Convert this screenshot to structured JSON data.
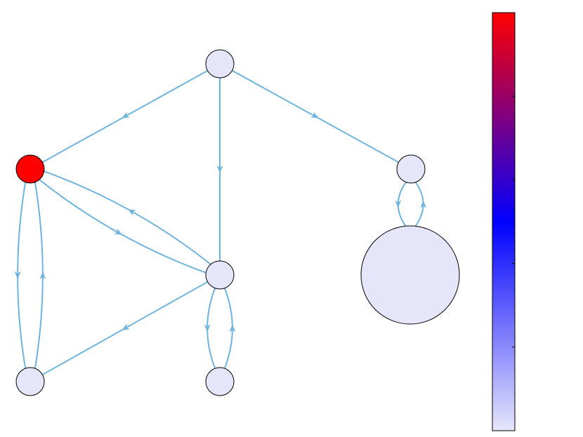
{
  "graph": {
    "edge_color": "#6fb4dc",
    "node_stroke": "#000000",
    "nodes": [
      {
        "id": "n-top",
        "value": 0.0
      },
      {
        "id": "n-left",
        "value": 1.0
      },
      {
        "id": "n-right",
        "value": 0.0
      },
      {
        "id": "n-center",
        "value": 0.0
      },
      {
        "id": "n-big",
        "value": 0.0
      },
      {
        "id": "n-bottom-left",
        "value": 0.0
      },
      {
        "id": "n-bottom-center",
        "value": 0.0
      }
    ],
    "edges": [
      {
        "from": "n-top",
        "to": "n-left"
      },
      {
        "from": "n-top",
        "to": "n-center"
      },
      {
        "from": "n-top",
        "to": "n-right"
      },
      {
        "from": "n-left",
        "to": "n-center"
      },
      {
        "from": "n-center",
        "to": "n-left"
      },
      {
        "from": "n-left",
        "to": "n-bottom-left"
      },
      {
        "from": "n-bottom-left",
        "to": "n-left"
      },
      {
        "from": "n-center",
        "to": "n-bottom-left"
      },
      {
        "from": "n-center",
        "to": "n-bottom-center"
      },
      {
        "from": "n-bottom-center",
        "to": "n-center"
      },
      {
        "from": "n-right",
        "to": "n-big"
      },
      {
        "from": "n-big",
        "to": "n-right"
      }
    ]
  },
  "colorbar": {
    "stops": [
      "#e6e6fa",
      "#0000ff",
      "#ff0000"
    ],
    "tick_count": 5
  }
}
